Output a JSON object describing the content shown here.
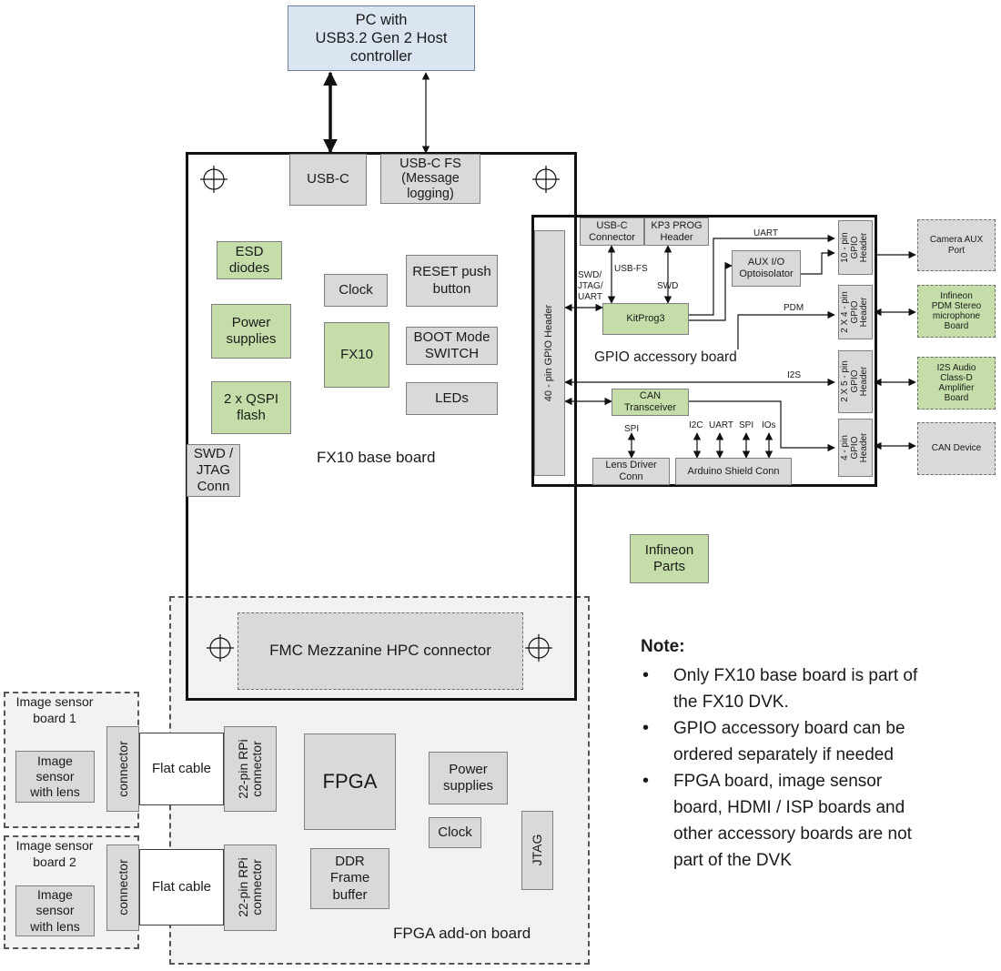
{
  "host": {
    "label": "PC with\nUSB3.2 Gen 2 Host\ncontroller"
  },
  "base_board": {
    "label": "FX10 base board",
    "usb_c": "USB-C",
    "usb_c_fs": "USB-C FS\n(Message\nlogging)",
    "esd": "ESD\ndiodes",
    "power": "Power\nsupplies",
    "qspi": "2 x QSPI\nflash",
    "swd_jtag": "SWD /\nJTAG\nConn",
    "clock": "Clock",
    "fx10": "FX10",
    "reset": "RESET push\nbutton",
    "boot": "BOOT Mode\nSWITCH",
    "leds": "LEDs",
    "fmc": "FMC Mezzanine HPC connector"
  },
  "gpio_board": {
    "label": "GPIO accessory board",
    "header40": "40 - pin GPIO Header",
    "usb_c_conn": "USB-C\nConnector",
    "kp3_header": "KP3 PROG\nHeader",
    "kitprog": "KitProg3",
    "aux_io": "AUX I/O\nOptoisolator",
    "can_transceiver": "CAN\nTransceiver",
    "lens_driver": "Lens Driver\nConn",
    "arduino": "Arduino Shield Conn",
    "hdr_10pin": "10 - pin\nGPIO\nHeader",
    "hdr_2x4": "2 X 4 - pin\nGPIO\nHeader",
    "hdr_2x5": "2 X 5 - pin\nGPIO\nHeader",
    "hdr_4pin": "4 - pin\nGPIO\nHeader",
    "sig_swd": "SWD/\nJTAG/\nUART",
    "sig_usbfs": "USB-FS",
    "sig_swd2": "SWD",
    "sig_uart": "UART",
    "sig_pdm": "PDM",
    "sig_i2s": "I2S",
    "sig_spi": "SPI",
    "sig_i2c": "I2C",
    "sig_uart2": "UART",
    "sig_spi2": "SPI",
    "sig_ios": "IOs"
  },
  "external": {
    "camera_aux": "Camera AUX\nPort",
    "pdm_mic": "Infineon\nPDM Stereo\nmicrophone\nBoard",
    "i2s_amp": "I2S Audio\nClass-D\nAmplifier\nBoard",
    "can_device": "CAN Device"
  },
  "legend": {
    "infineon_parts": "Infineon\nParts"
  },
  "fpga_board": {
    "label": "FPGA add-on board",
    "fpga": "FPGA",
    "power": "Power\nsupplies",
    "clock": "Clock",
    "ddr": "DDR\nFrame\nbuffer",
    "jtag": "JTAG",
    "rpi_conn_1": "22-pin RPi\nconnector",
    "rpi_conn_2": "22-pin RPi\nconnector"
  },
  "sensor_board_1": {
    "title": "Image sensor\nboard 1",
    "sensor": "Image\nsensor\nwith lens",
    "connector": "connector",
    "cable": "Flat cable"
  },
  "sensor_board_2": {
    "title": "Image sensor\nboard 2",
    "sensor": "Image\nsensor\nwith lens",
    "connector": "connector",
    "cable": "Flat cable"
  },
  "note": {
    "title": "Note:",
    "items": [
      "Only FX10 base board is part of\nthe FX10 DVK.",
      "GPIO accessory board can be\nordered separately if needed",
      "FPGA board, image sensor\nboard, HDMI / ISP boards and\nother accessory boards are not\npart of the DVK"
    ]
  }
}
